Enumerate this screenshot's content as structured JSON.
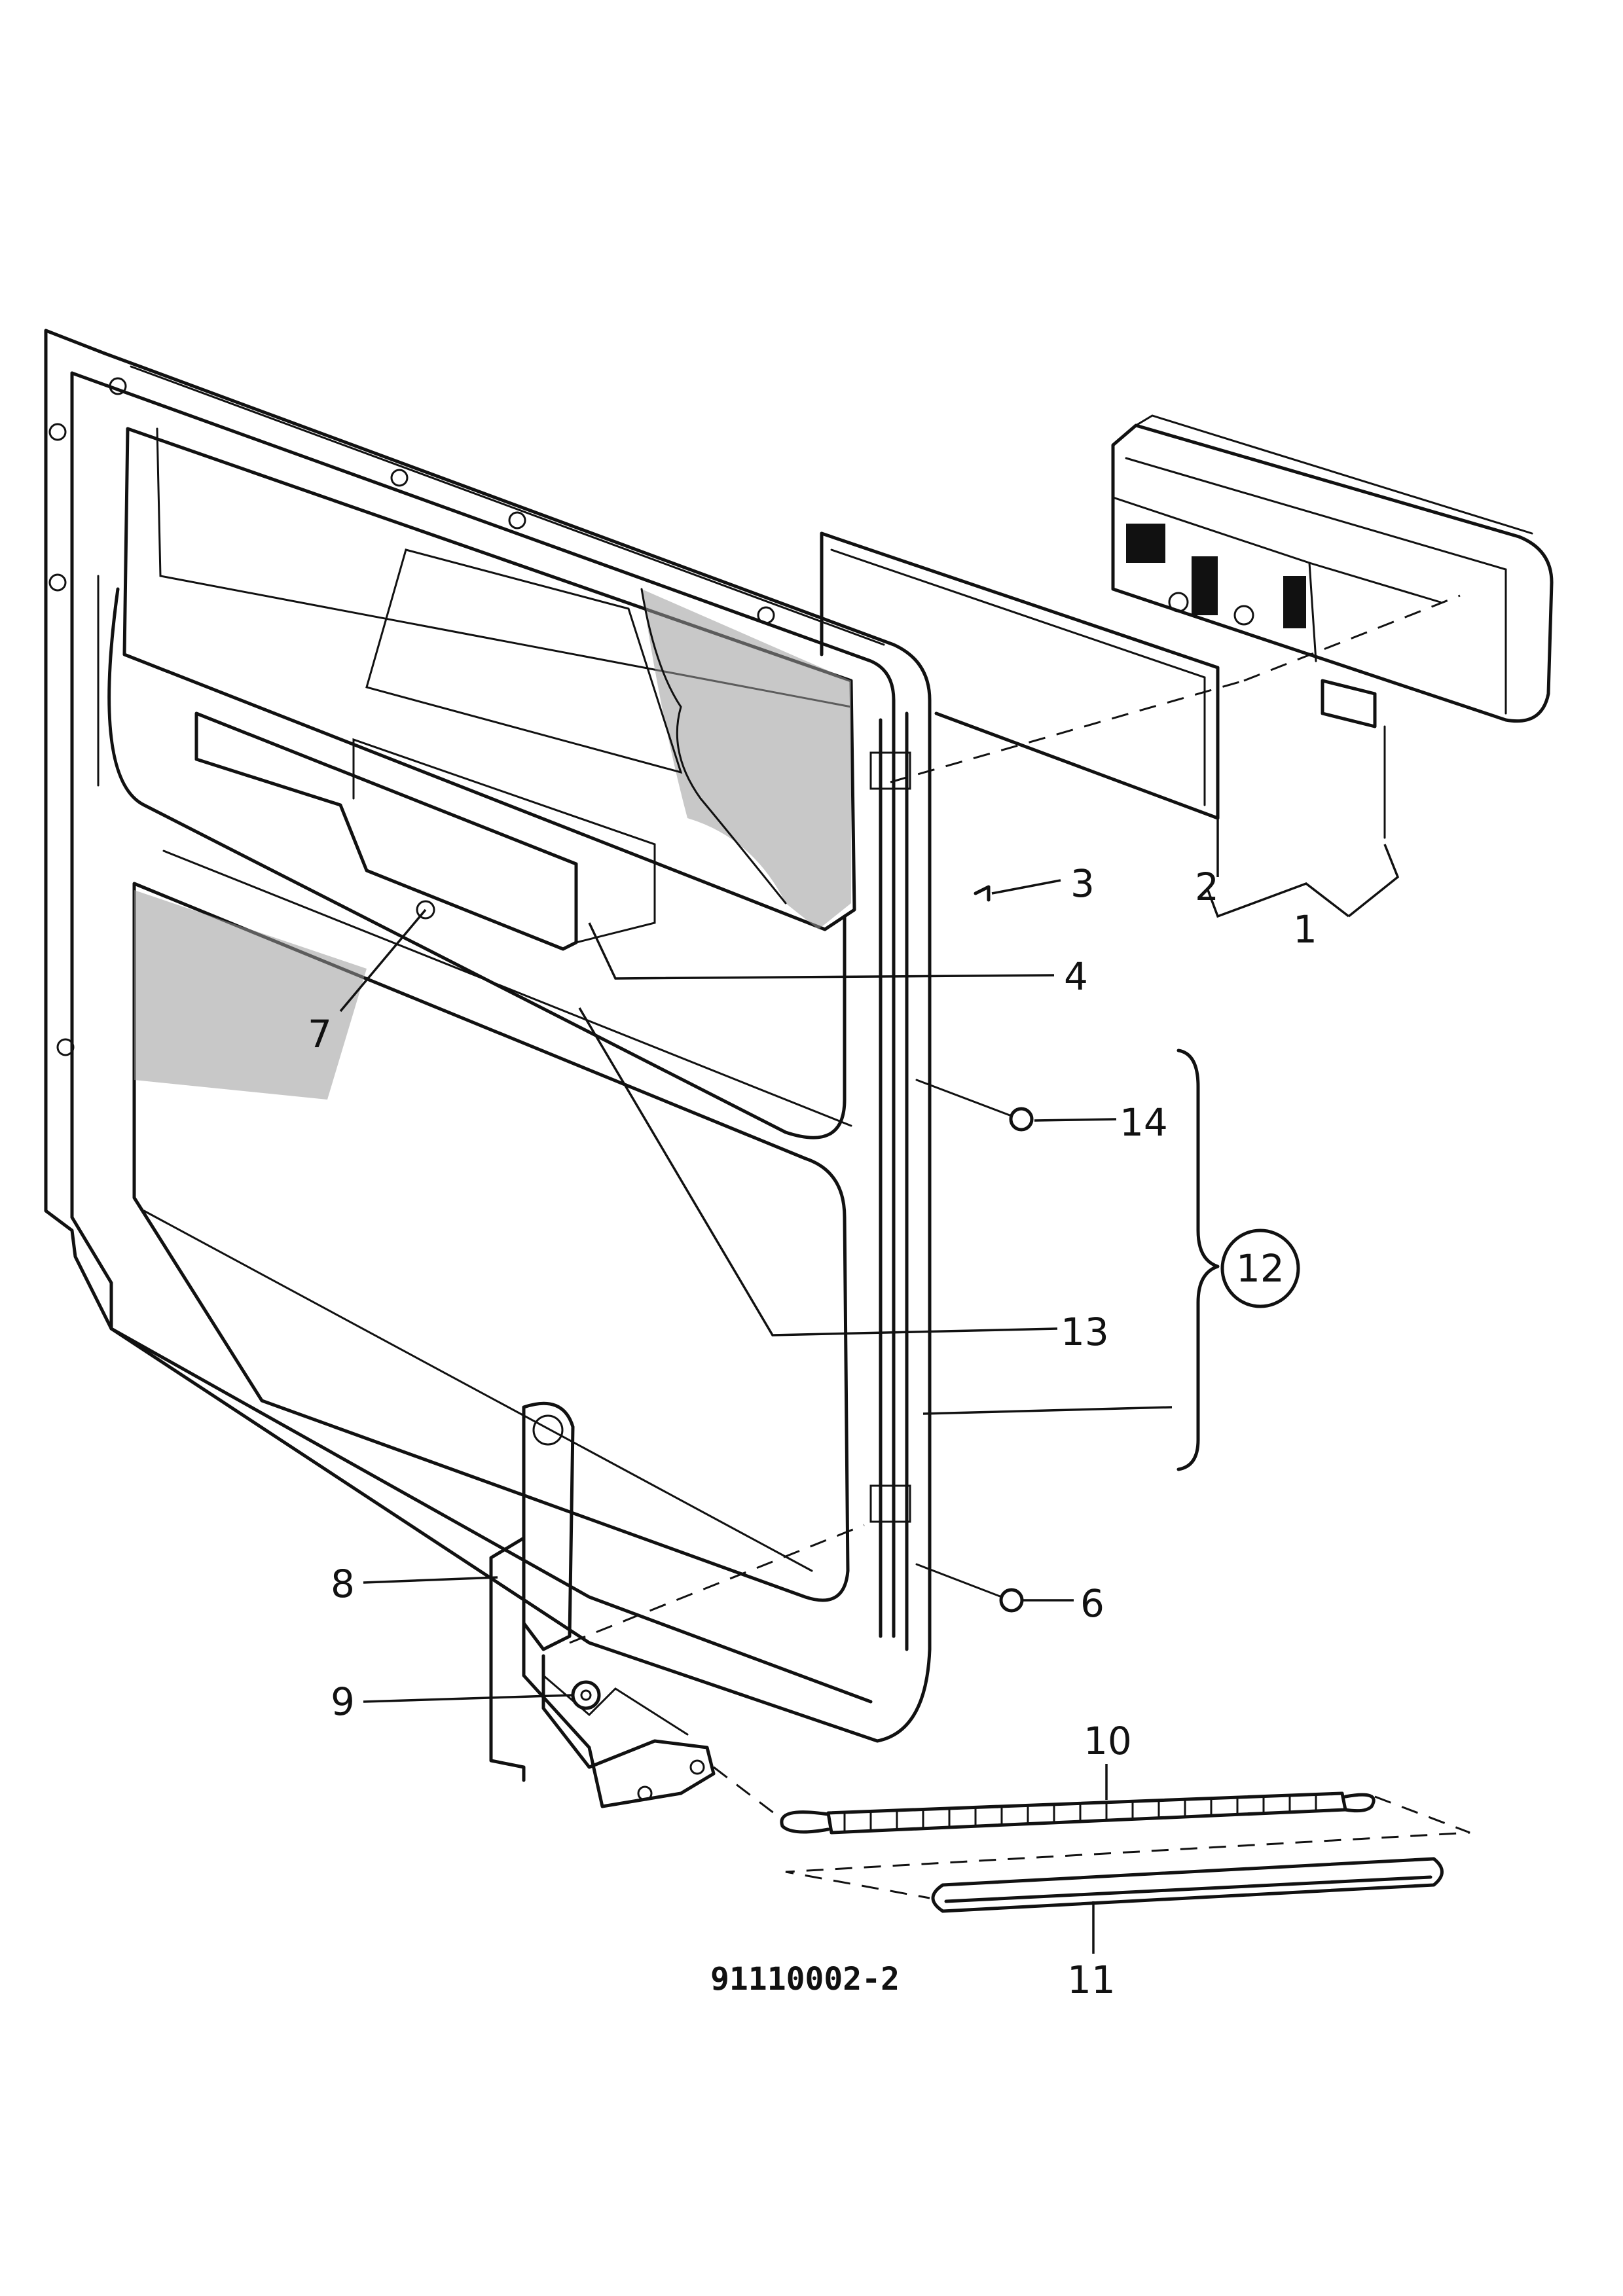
{
  "callouts": {
    "c1": "1",
    "c2": "2",
    "c3": "3",
    "c4": "4",
    "c6": "6",
    "c7": "7",
    "c8": "8",
    "c9": "9",
    "c10": "10",
    "c11": "11",
    "c12": "12",
    "c13": "13",
    "c14": "14"
  },
  "drawing_number": "91110002-2"
}
